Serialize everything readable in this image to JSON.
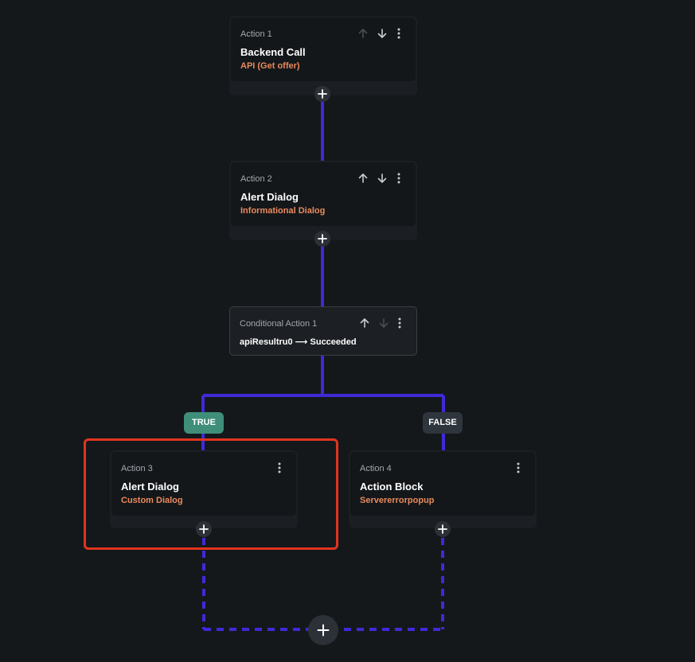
{
  "actions": [
    {
      "label": "Action 1",
      "title": "Backend Call",
      "subtitle": "API (Get offer)"
    },
    {
      "label": "Action 2",
      "title": "Alert Dialog",
      "subtitle": "Informational Dialog"
    },
    {
      "label": "Action 3",
      "title": "Alert Dialog",
      "subtitle": "Custom Dialog"
    },
    {
      "label": "Action 4",
      "title": "Action Block",
      "subtitle": "Servererrorpopup"
    }
  ],
  "conditional": {
    "label": "Conditional Action 1",
    "expression": "apiResultru0 ⟶ Succeeded"
  },
  "branches": {
    "true_label": "TRUE",
    "false_label": "FALSE"
  },
  "colors": {
    "connector": "#3f2ad8",
    "subtitle": "#e98a5d",
    "true_badge": "#3e8e7a",
    "false_badge": "#2f353c",
    "selection": "#e0341f"
  },
  "icons": {
    "move_up": "arrow-up-icon",
    "move_down": "arrow-down-icon",
    "more": "more-vertical-icon",
    "add": "plus-icon"
  }
}
